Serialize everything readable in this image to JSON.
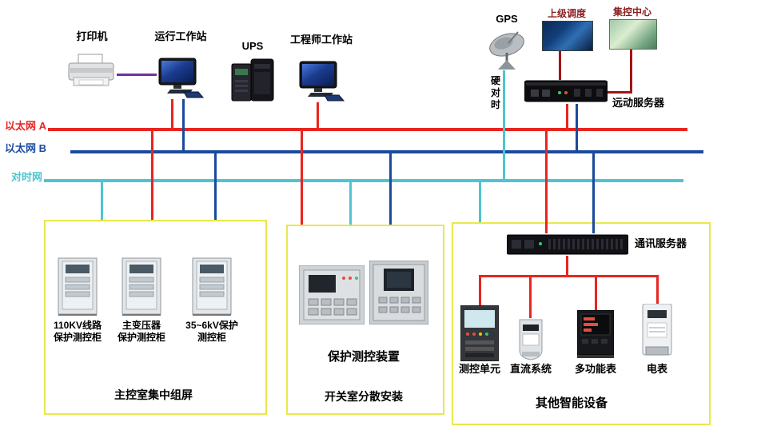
{
  "colors": {
    "ethernet_a": "#e8251f",
    "ethernet_b": "#1b4a9c",
    "time_sync": "#4fc4d0",
    "uplink": "#a31515",
    "printer_cable": "#7030a0",
    "group_border": "#e8e84d",
    "heading_red": "#8b1f1f"
  },
  "buses": {
    "ethernet_a": {
      "label": "以太网 A"
    },
    "ethernet_b": {
      "label": "以太网 B"
    },
    "time_sync": {
      "label": "对时网"
    }
  },
  "top": {
    "printer": "打印机",
    "operator_ws": "运行工作站",
    "ups": "UPS",
    "engineer_ws": "工程师工作站",
    "gps": "GPS",
    "superior_dispatch": "上级调度",
    "control_center": "集控中心",
    "rtu_server": "远动服务器",
    "hard_time_sync": "硬对时"
  },
  "left_group": {
    "caption": "主控室集中组屏",
    "cabinets": [
      {
        "line1": "110KV线路",
        "line2": "保护测控柜"
      },
      {
        "line1": "主变压器",
        "line2": "保护测控柜"
      },
      {
        "line1": "35~6kV保护",
        "line2": "测控柜"
      }
    ]
  },
  "middle_group": {
    "device_label": "保护测控装置",
    "caption": "开关室分散安装"
  },
  "right_group": {
    "comm_server": "通讯服务器",
    "devices": [
      "测控单元",
      "直流系统",
      "多功能表",
      "电表"
    ],
    "caption": "其他智能设备"
  }
}
